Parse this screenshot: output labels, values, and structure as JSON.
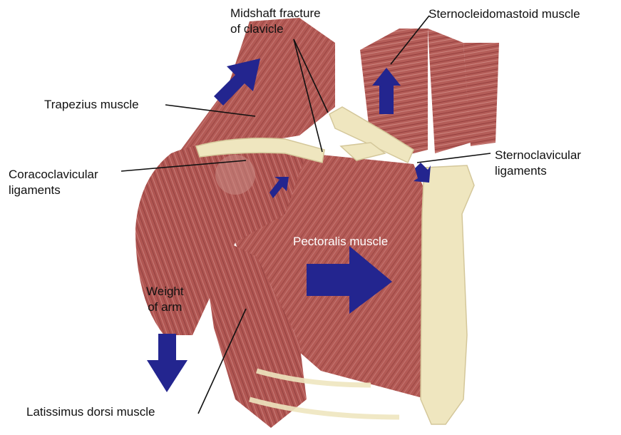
{
  "labels": {
    "clavicle_fracture": "Midshaft fracture\nof clavicle",
    "sternocleidomastoid": "Sternocleidomastoid muscle",
    "trapezius": "Trapezius muscle",
    "sternoclavicular": "Sternoclavicular\nligaments",
    "coracoclavicular": "Coracoclavicular\nligaments",
    "pectoralis": "Pectoralis muscle",
    "weight_of_arm": "Weight\nof arm",
    "latissimus": "Latissimus dorsi muscle"
  },
  "colors": {
    "muscle": "#b25a55",
    "muscle_dark": "#8e3e3c",
    "bone": "#efe6bf",
    "arrow": "#23258f",
    "leader": "#111111"
  }
}
